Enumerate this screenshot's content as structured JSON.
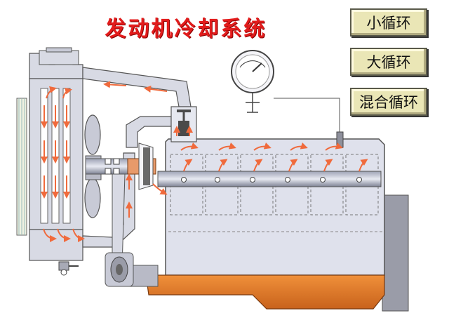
{
  "title": "发动机冷却系统",
  "buttons": {
    "small_loop": "小循环",
    "large_loop": "大循环",
    "mixed_loop": "混合循环"
  },
  "colors": {
    "title": "#e31c1c",
    "button_bg": "#eae6b6",
    "coolant_arrow": "#f06a3c",
    "engine_block": "#dfe1ec",
    "oil_pan": "#e07a2a",
    "radiator": "#d8dae4"
  },
  "icons": [
    "temperature-gauge-icon",
    "fan-icon",
    "thermostat-icon",
    "water-pump-icon",
    "belt-pulley-icon"
  ]
}
